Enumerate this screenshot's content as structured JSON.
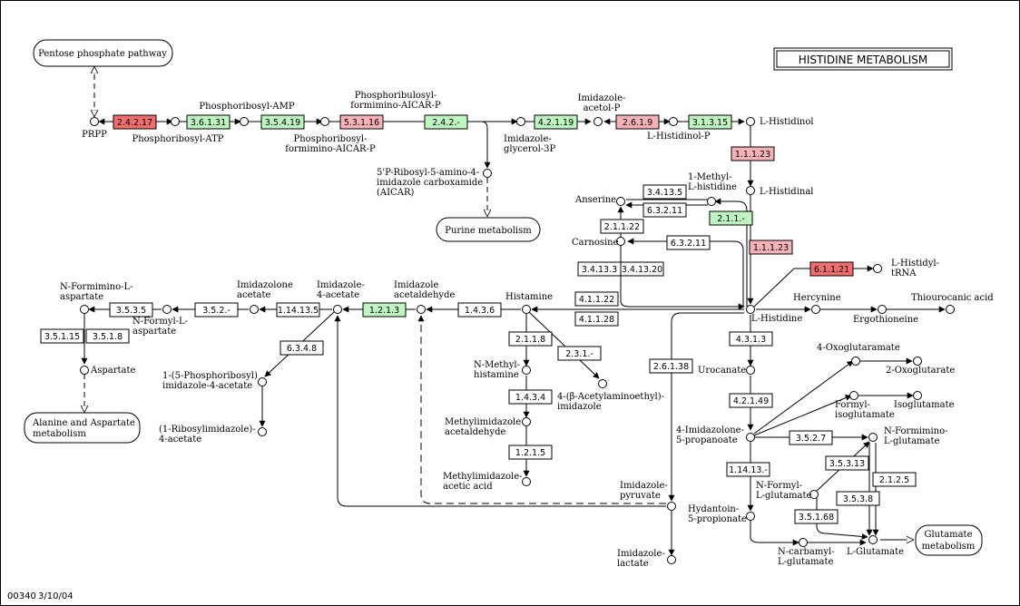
{
  "title": "HISTIDINE METABOLISM",
  "footer": {
    "map_id": "00340",
    "date": "3/10/04"
  },
  "colors": {
    "red": "#f26e6e",
    "pink": "#f7b2b8",
    "green": "#bff5c0",
    "white": "#ffffff"
  },
  "maps": {
    "pentose": "Pentose phosphate pathway",
    "purine": "Purine metabolism",
    "alanine": [
      "Alanine and Aspartate",
      "metabolism"
    ],
    "glutamate": [
      "Glutamate",
      "metabolism"
    ]
  },
  "compounds": {
    "prpp": "PRPP",
    "pr_atp": "Phosphoribosyl-ATP",
    "pr_amp": "Phosphoribosyl-AMP",
    "prfar": [
      "Phosphoribosyl-",
      "formimino-AICAR-P"
    ],
    "prfar2": [
      "Phosphoribulosyl-",
      "formimino-AICAR-P"
    ],
    "aicar": [
      "5'P-Ribosyl-5-amino-4-",
      "imidazole carboxamide",
      "(AICAR)"
    ],
    "igp": [
      "Imidazole-",
      "glycerol-3P"
    ],
    "iap": [
      "Imidazole-",
      "acetol-P"
    ],
    "hol_p": "L-Histidinol-P",
    "histidinol": "L-Histidinol",
    "histidinal": "L-Histidinal",
    "histidyl_trna": [
      "L-Histidyl-",
      "tRNA"
    ],
    "methyl_his": [
      "1-Methyl-",
      "L-histidine"
    ],
    "anserine": "Anserine",
    "carnosine": "Carnosine",
    "histidine": "L-Histidine",
    "hercynine": "Hercynine",
    "ergothioneine": "Ergothioneine",
    "thiourocanic": "Thiourocanic acid",
    "histamine": "Histamine",
    "imid_acetald": [
      "Imidazole",
      "acetaldehyde"
    ],
    "imid_4_acetate": [
      "Imidazole-",
      "4-acetate"
    ],
    "imidazolone_acetate": [
      "Imidazolone",
      "acetate"
    ],
    "nformiminoasp": [
      "N-Formimino-L-",
      "aspartate"
    ],
    "nformylasp": [
      "N-Formyl-L-",
      "aspartate"
    ],
    "aspartate": "Aspartate",
    "prib_imid_acetate": [
      "1-(5-Phosphoribosyl)",
      "imidazole-4-acetate"
    ],
    "rib_imid_acetate": [
      "(1-Ribosylimidazole)-",
      "4-acetate"
    ],
    "n_methylhistamine": [
      "N-Methyl-",
      "histamine"
    ],
    "acetylamino": [
      "4-(β-Acetylaminoethyl)-",
      "imidazole"
    ],
    "methylimid_acetald": [
      "Methylimidazole",
      "acetaldehyde"
    ],
    "methylimid_acetic": [
      "Methylimidazole-",
      "acetic acid"
    ],
    "imid_pyruvate": [
      "Imidazole-",
      "pyruvate"
    ],
    "imid_lactate": [
      "Imidazole-",
      "lactate"
    ],
    "urocanate": "Urocanate",
    "imidazolone_propanoate": [
      "4-Imidazolone-",
      "5-propanoate"
    ],
    "oxoglutaramate": "4-Oxoglutaramate",
    "oxoglutarate": "2-Oxoglutarate",
    "formyl_isoglut": [
      "Formyl-",
      "isoglutamate"
    ],
    "isoglutamate": "Isoglutamate",
    "nformimino_glu": [
      "N-Formimino-",
      "L-glutamate"
    ],
    "nformyl_glu": [
      "N-Formyl-",
      "L-glutamate"
    ],
    "hydantoin": [
      "Hydantoin-",
      "5-propionate"
    ],
    "ncarbamyl_glu": [
      "N-carbamyl-",
      "L-glutamate"
    ],
    "glutamate": "L-Glutamate"
  },
  "enzymes": {
    "e_2_4_2_17": "2.4.2.17",
    "e_3_6_1_31": "3.6.1.31",
    "e_3_5_4_19": "3.5.4.19",
    "e_5_3_1_16": "5.3.1.16",
    "e_2_4_2_": "2.4.2.-",
    "e_4_2_1_19": "4.2.1.19",
    "e_2_6_1_9": "2.6.1.9",
    "e_3_1_3_15": "3.1.3.15",
    "e_1_1_1_23a": "1.1.1.23",
    "e_1_1_1_23b": "1.1.1.23",
    "e_6_1_1_21": "6.1.1.21",
    "e_3_4_13_5": "3.4.13.5",
    "e_6_3_2_11a": "6.3.2.11",
    "e_2_1_1_": "2.1.1.-",
    "e_2_1_1_22": "2.1.1.22",
    "e_6_3_2_11b": "6.3.2.11",
    "e_3_4_13_3": "3.4.13.3",
    "e_3_4_13_20": "3.4.13.20",
    "e_4_1_1_22": "4.1.1.22",
    "e_4_1_1_28": "4.1.1.28",
    "e_1_4_3_6": "1.4.3.6",
    "e_1_2_1_3": "1.2.1.3",
    "e_1_14_13_5": "1.14.13.5",
    "e_3_5_2_": "3.5.2.-",
    "e_3_5_3_5": "3.5.3.5",
    "e_3_5_1_15": "3.5.1.15",
    "e_3_5_1_8": "3.5.1.8",
    "e_6_3_4_8": "6.3.4.8",
    "e_2_1_1_8": "2.1.1.8",
    "e_2_3_1_": "2.3.1.-",
    "e_1_4_3_4": "1.4.3.4",
    "e_1_2_1_5": "1.2.1.5",
    "e_2_6_1_38": "2.6.1.38",
    "e_4_3_1_3": "4.3.1.3",
    "e_4_2_1_49": "4.2.1.49",
    "e_3_5_2_7": "3.5.2.7",
    "e_1_14_13_": "1.14.13.-",
    "e_3_5_3_13": "3.5.3.13",
    "e_3_5_3_8": "3.5.3.8",
    "e_3_5_1_68": "3.5.1.68",
    "e_2_1_2_5": "2.1.2.5"
  }
}
